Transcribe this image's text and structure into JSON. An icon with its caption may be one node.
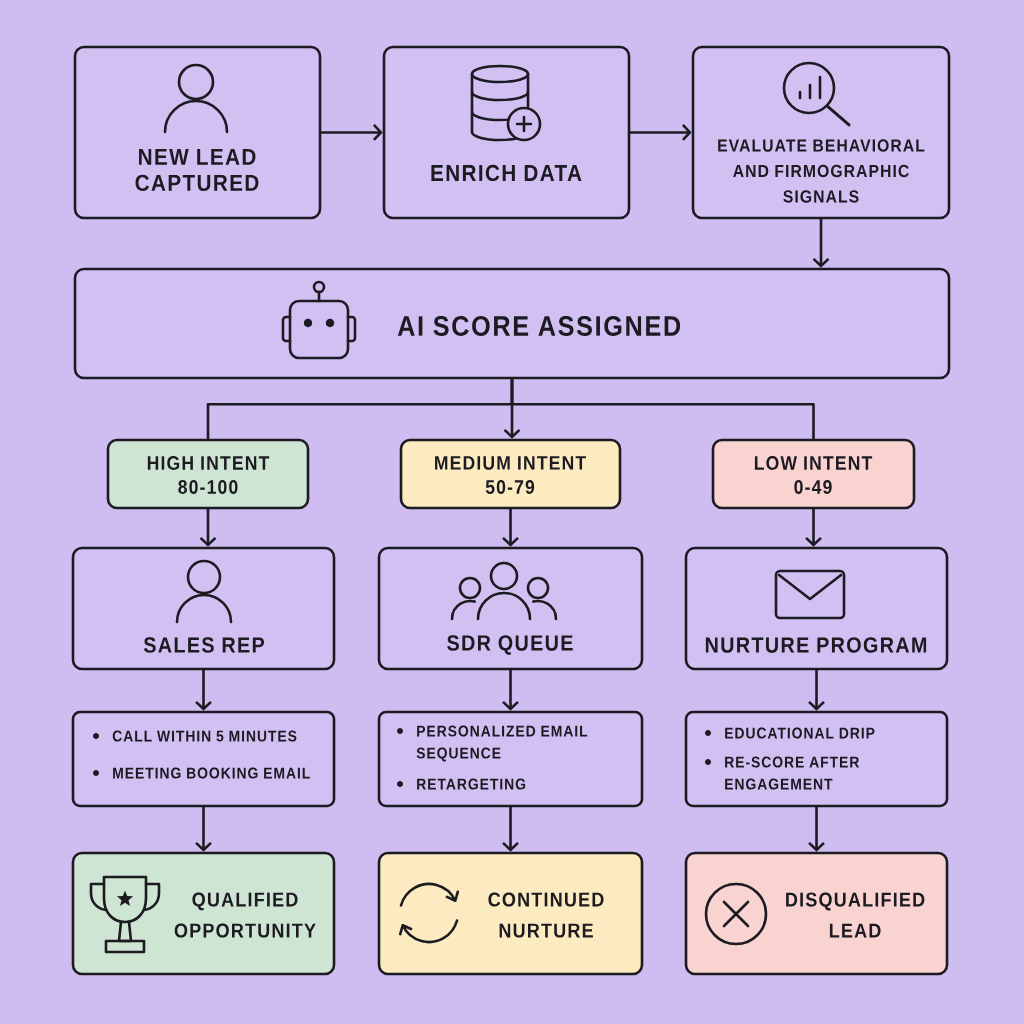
{
  "diagram": {
    "nodes": [
      {
        "text": [
          "NEW LEAD CAPTURED"
        ]
      },
      {
        "text": [
          "ENRICH DATA"
        ]
      },
      {
        "text": [
          "EVALUATE BEHAVIORAL AND FIRMOGRAPHIC SIGNALS"
        ]
      },
      {
        "text": [
          "AI SCORE ASSIGNED"
        ]
      },
      {
        "text": [
          "HIGH INTENT",
          "80-100"
        ]
      },
      {
        "text": [
          "MEDIUM INTENT",
          "50-79"
        ]
      },
      {
        "text": [
          "LOW INTENT",
          "0-49"
        ]
      },
      {
        "text": [
          "SALES REP"
        ]
      },
      {
        "text": [
          "SDR QUEUE"
        ]
      },
      {
        "text": [
          "NURTURE PROGRAM"
        ]
      },
      {
        "text": [
          "CALL WITHIN 5 MINUTES",
          "MEETING BOOKING EMAIL"
        ]
      },
      {
        "text": [
          "PERSONALIZED EMAIL SEQUENCE",
          "RETARGETING"
        ]
      },
      {
        "text": [
          "EDUCATIONAL DRIP",
          "RE-SCORE AFTER ENGAGEMENT"
        ]
      },
      {
        "text": [
          "QUALIFIED OPPORTUNITY"
        ]
      },
      {
        "text": [
          "CONTINUED NURTURE"
        ]
      },
      {
        "text": [
          "DISQUALIFIED LEAD"
        ]
      }
    ],
    "edges": [
      {
        "from": 0,
        "to": 1,
        "arrow": "to"
      },
      {
        "from": 1,
        "to": 2,
        "arrow": "to"
      },
      {
        "from": 2,
        "to": 3,
        "arrow": "to"
      },
      {
        "from": 3,
        "to": 4,
        "arrow": "none"
      },
      {
        "from": 3,
        "to": 5,
        "arrow": "to"
      },
      {
        "from": 3,
        "to": 6,
        "arrow": "none"
      },
      {
        "from": 4,
        "to": 7,
        "arrow": "to"
      },
      {
        "from": 5,
        "to": 8,
        "arrow": "to"
      },
      {
        "from": 6,
        "to": 9,
        "arrow": "to"
      },
      {
        "from": 7,
        "to": 10,
        "arrow": "to"
      },
      {
        "from": 8,
        "to": 11,
        "arrow": "to"
      },
      {
        "from": 9,
        "to": 12,
        "arrow": "to"
      },
      {
        "from": 10,
        "to": 13,
        "arrow": "to"
      },
      {
        "from": 11,
        "to": 14,
        "arrow": "to"
      },
      {
        "from": 12,
        "to": 15,
        "arrow": "to"
      }
    ]
  }
}
